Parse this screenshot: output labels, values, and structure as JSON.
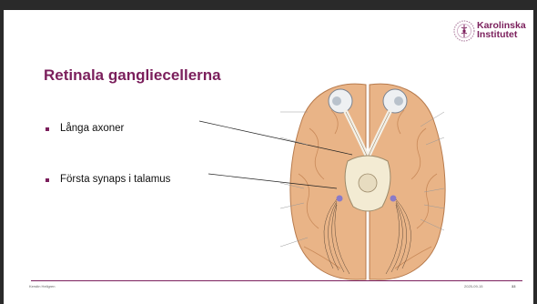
{
  "logo": {
    "line1": "Karolinska",
    "line2": "Institutet",
    "colors": {
      "brand": "#7b1f5c"
    }
  },
  "slide": {
    "title": "Retinala gangliecellerna",
    "bullets": [
      "Långa axoner",
      "Första synaps  i  talamus"
    ]
  },
  "footer": {
    "author": "Kerstin Hellgren",
    "date": "2025-09-15",
    "page": "33"
  },
  "figure": {
    "icon": "brain-visual-pathway-illustration"
  }
}
